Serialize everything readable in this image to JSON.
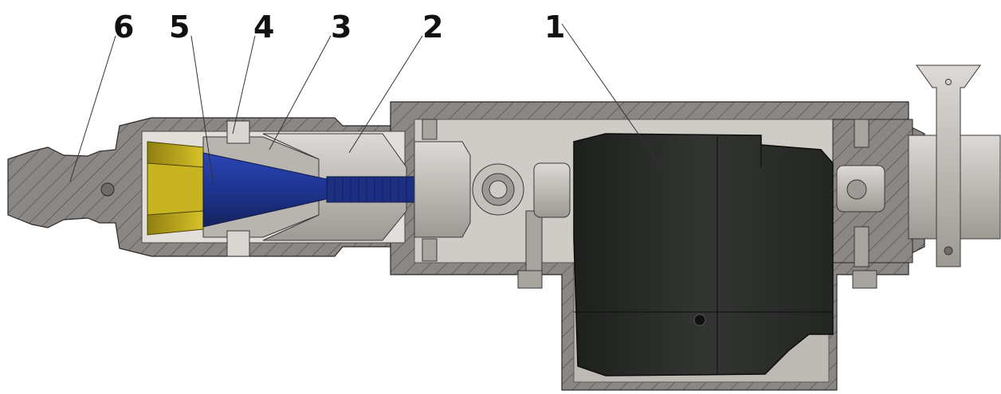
{
  "figure": {
    "type": "mechanical cross-section drawing",
    "colors": {
      "housing": "#8a8785",
      "housing_dark": "#6a6765",
      "cavity": "#cfcbc7",
      "hatch": "#3a3838",
      "blue_cone": "#1f3490",
      "yellow_jaws": "#c8b21e",
      "motor_body": "#2a2c2a",
      "background": "#ffffff"
    }
  },
  "callouts": [
    {
      "id": "1",
      "label": "1",
      "part": "motor-unit"
    },
    {
      "id": "2",
      "label": "2",
      "part": "outer-cone-sleeve"
    },
    {
      "id": "3",
      "label": "3",
      "part": "inner-cone-sleeve"
    },
    {
      "id": "4",
      "label": "4",
      "part": "set-screw"
    },
    {
      "id": "5",
      "label": "5",
      "part": "tapered-drive-cone"
    },
    {
      "id": "6",
      "label": "6",
      "part": "front-adapter-housing"
    }
  ]
}
